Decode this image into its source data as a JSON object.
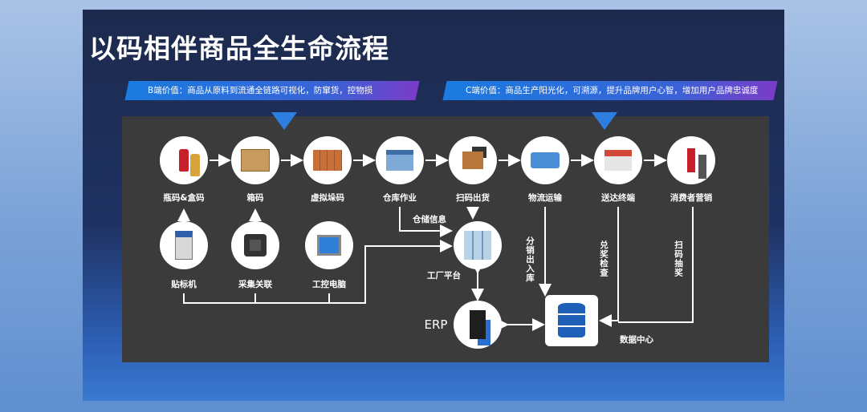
{
  "title": "以码相伴商品全生命流程",
  "banners": {
    "b": "B端价值：商品从原料到流通全链路可视化，防窜货，控物损",
    "c": "C端价值：商品生产阳光化，可溯源，提升品牌用户心智，增加用户品牌忠诚度"
  },
  "top_steps": [
    "瓶码&盒码",
    "箱码",
    "虚拟垛码",
    "仓库作业",
    "扫码出货",
    "物流运输",
    "送达终端",
    "消费者营销"
  ],
  "bottom_devices": [
    "贴标机",
    "采集关联",
    "工控电脑"
  ],
  "factory_platform": "工厂平台",
  "erp": "ERP",
  "data_center": "数据中心",
  "edge_labels": {
    "warehouse_info": "仓储信息",
    "distribution": "分销出入库",
    "prize_check": "兑奖检查",
    "scan_lottery": "扫码抽奖"
  },
  "colors": {
    "panel": "#3b3b3b",
    "accent": "#2c7fe0"
  }
}
